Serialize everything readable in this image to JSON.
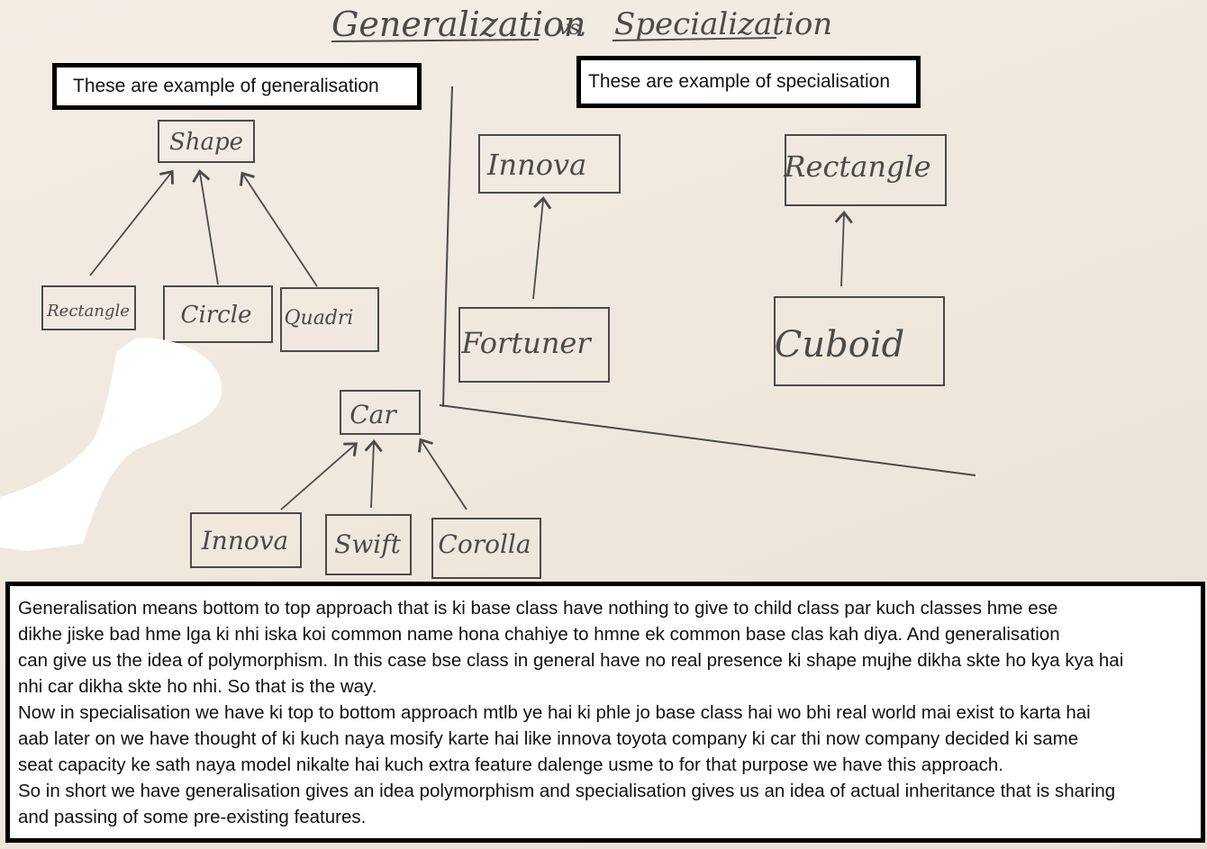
{
  "diagram": {
    "title": {
      "left": "Generalization",
      "separator": "vs.",
      "right": "Specialization"
    },
    "callouts": {
      "generalisation": "These are example of generalisation",
      "specialisation": "These are example of specialisation"
    },
    "generalisation": {
      "shape_group": {
        "parent": "Shape",
        "children": [
          "Rectangle",
          "Circle",
          "Quadri"
        ]
      },
      "car_group": {
        "parent": "Car",
        "children": [
          "Innova",
          "Swift",
          "Corolla"
        ]
      }
    },
    "specialisation": {
      "car_pair": {
        "base": "Innova",
        "derived": "Fortuner"
      },
      "shape_pair": {
        "base": "Rectangle",
        "derived": "Cuboid"
      }
    }
  },
  "explanation": {
    "lines": [
      "Generalisation means bottom to top approach that is ki base class have nothing to give to child class par kuch classes hme ese",
      "dikhe jiske bad hme lga ki nhi iska koi common name hona chahiye to hmne ek common base clas kah diya. And generalisation",
      "can give us the idea of polymorphism. In this case bse class in general have no real presence ki shape mujhe dikha skte ho kya kya hai",
      "nhi car dikha skte ho nhi. So that is the way.",
      "Now in specialisation we have ki top to bottom approach mtlb ye hai ki phle jo base class hai wo bhi real world mai exist to karta hai",
      "aab later on we have thought of ki kuch naya mosify karte hai like innova toyota company ki car thi now company decided ki same",
      "seat capacity ke sath naya model nikalte hai kuch extra feature dalenge usme to for that purpose we have this approach.",
      "So in short we have generalisation gives an idea polymorphism and specialisation gives us an idea of actual inheritance that is sharing",
      "and passing of some pre-existing features."
    ]
  },
  "colors": {
    "board": "#f2ebe1",
    "ink": "#4a4a4a",
    "callout_border": "#000000",
    "callout_fill": "#ffffff"
  }
}
